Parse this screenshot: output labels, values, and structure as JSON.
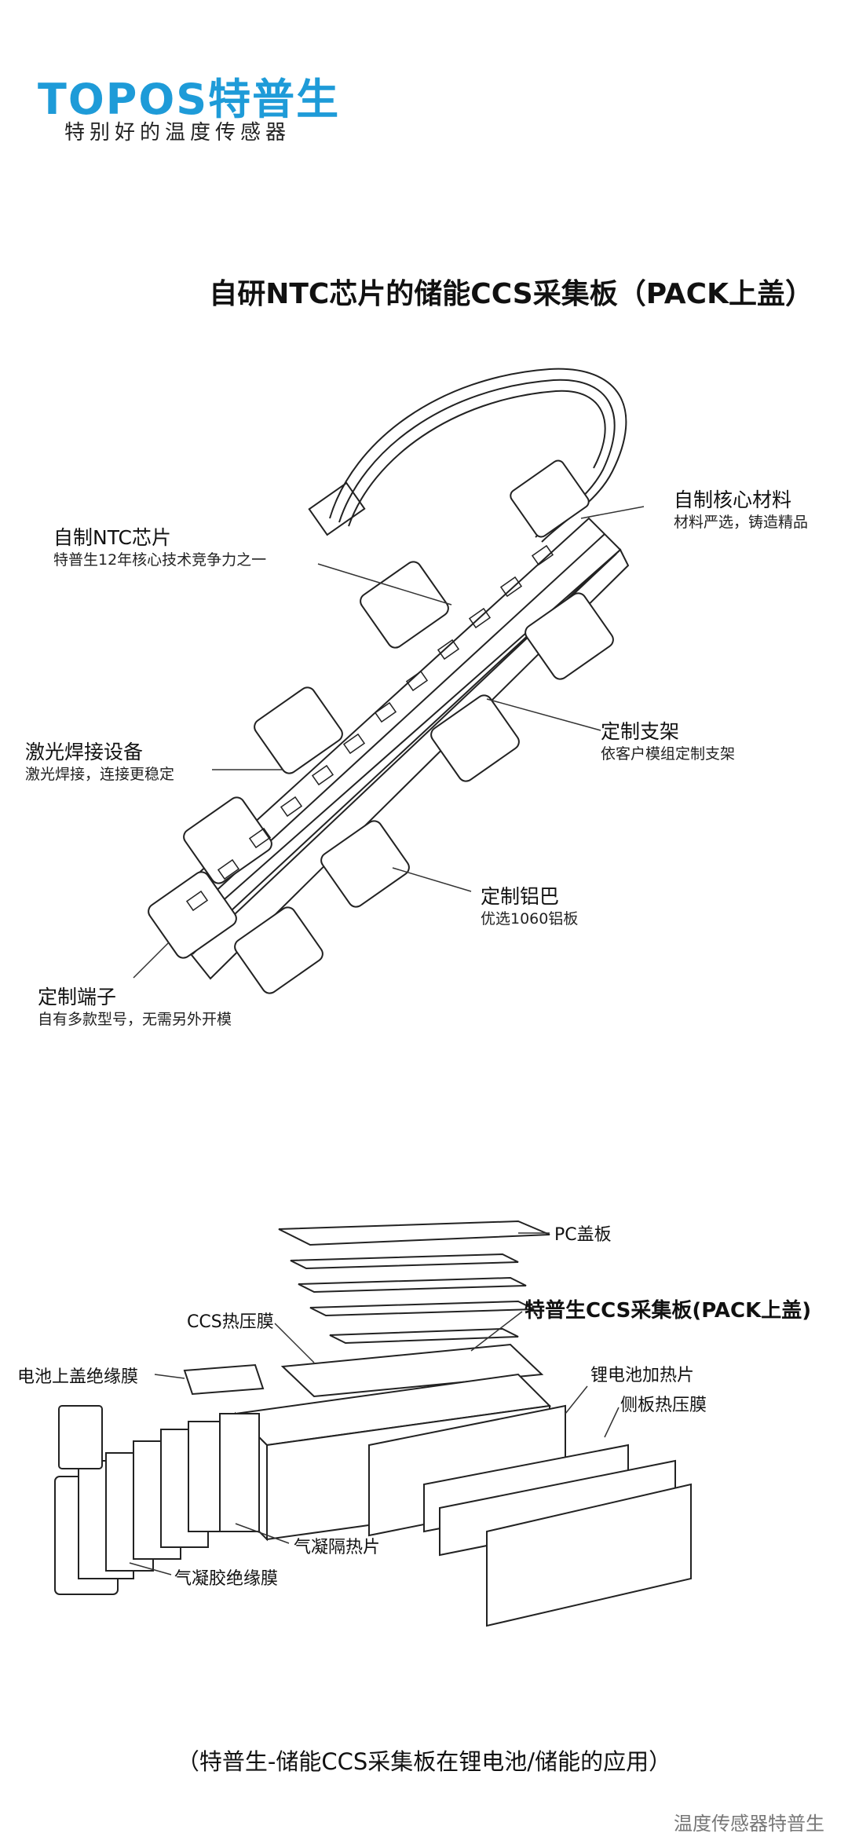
{
  "brand": {
    "logo_text": "TOPOS特普生",
    "tagline": "特别好的温度传感器"
  },
  "figure1": {
    "title": "自研NTC芯片的储能CCS采集板（PACK上盖）",
    "callouts": [
      {
        "title": "自制核心材料",
        "desc": "材料严选，铸造精品"
      },
      {
        "title": "自制NTC芯片",
        "desc": "特普生12年核心技术竞争力之一"
      },
      {
        "title": "定制支架",
        "desc": "依客户模组定制支架"
      },
      {
        "title": "激光焊接设备",
        "desc": "激光焊接，连接更稳定"
      },
      {
        "title": "定制铝巴",
        "desc": "优选1060铝板"
      },
      {
        "title": "定制端子",
        "desc": "自有多款型号，无需另外开模"
      }
    ]
  },
  "figure2": {
    "labels": {
      "pc_cover": "PC盖板",
      "ccs_film": "CCS热压膜",
      "product": "特普生CCS采集板(PACK上盖)",
      "top_insulation": "电池上盖绝缘膜",
      "heater": "锂电池加热片",
      "side_film": "侧板热压膜",
      "aerogel_sheet": "气凝隔热片",
      "aerogel_film": "气凝胶绝缘膜"
    }
  },
  "caption": "（特普生-储能CCS采集板在锂电池/储能的应用）",
  "watermark": "温度传感器特普生"
}
